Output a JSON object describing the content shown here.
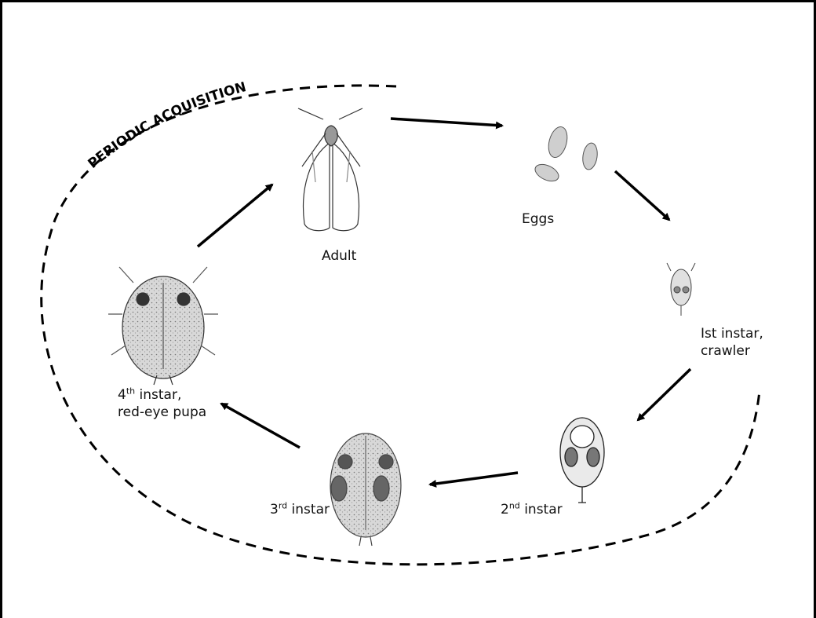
{
  "diagram": {
    "title": "PERIODIC ACQUISITION",
    "stages": {
      "adult": "Adult",
      "eggs": "Eggs",
      "first_instar": {
        "line1": "Ist instar,",
        "line2": "crawler"
      },
      "second_instar": {
        "num": "2",
        "sup": "nd",
        "rest": " instar"
      },
      "third_instar": {
        "num": "3",
        "sup": "rd",
        "rest": " instar"
      },
      "fourth_instar": {
        "num": "4",
        "sup": "th",
        "rest": " instar,",
        "line2": "red-eye pupa"
      }
    }
  }
}
